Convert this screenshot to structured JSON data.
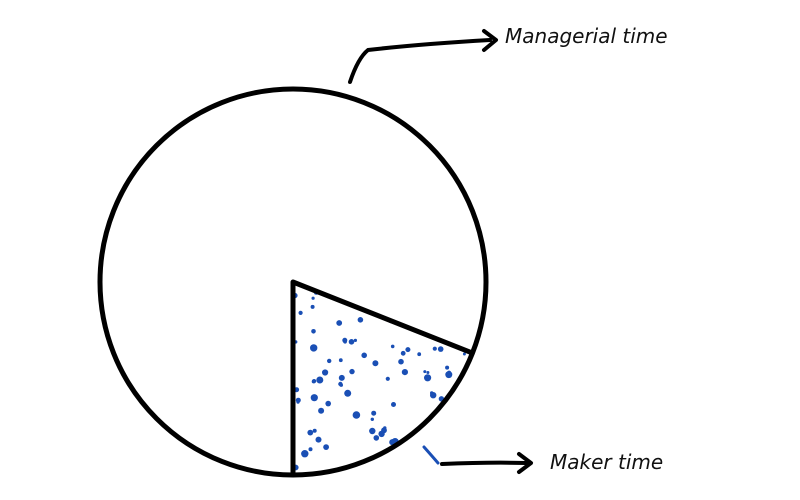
{
  "chart_data": {
    "type": "pie",
    "slices": [
      {
        "label": "Managerial time",
        "value": 81,
        "pattern": "none"
      },
      {
        "label": "Maker time",
        "value": 19,
        "pattern": "dots"
      }
    ]
  },
  "colors": {
    "outline": "#000000",
    "dots": "#1a4fb5",
    "leader": "#1a4fb5",
    "background": "#ffffff"
  }
}
